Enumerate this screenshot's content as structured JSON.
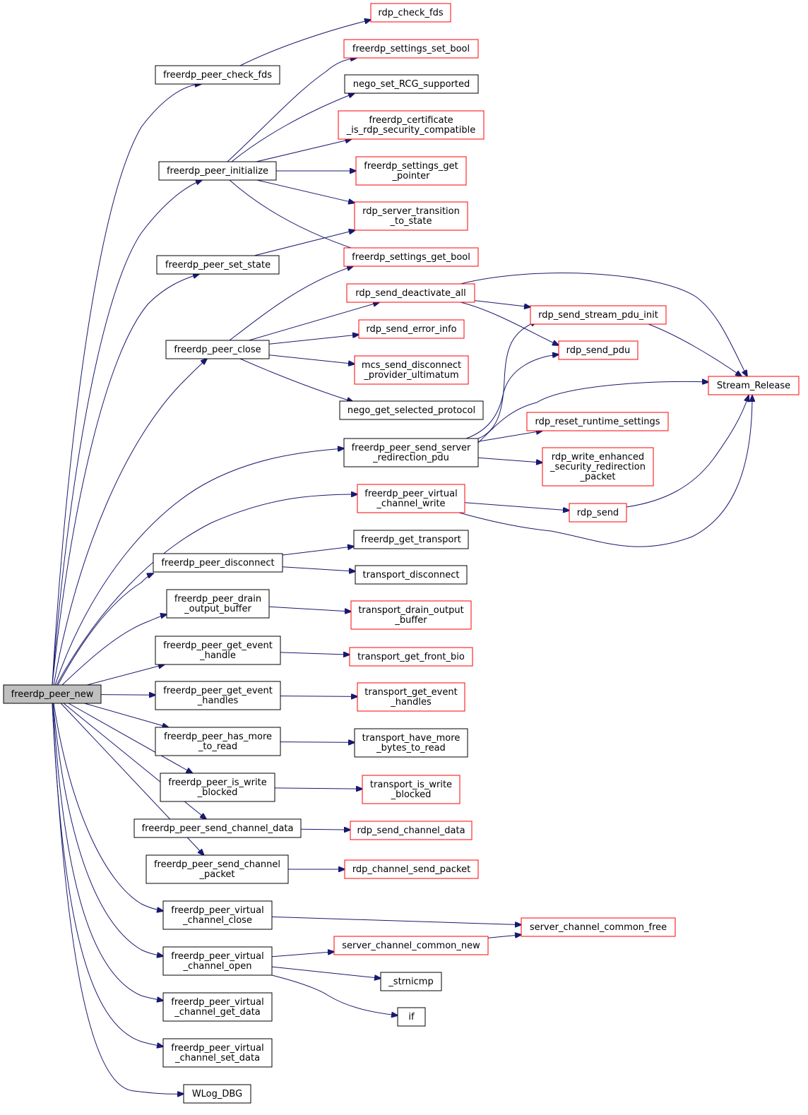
{
  "colors": {
    "edge": "#191970",
    "plain_border": "#000000",
    "linked_border": "#ff0000",
    "root_fill": "#bfbfbf",
    "background": "#ffffff"
  },
  "nodes": [
    {
      "id": "freerdp_peer_new",
      "lines": [
        "freerdp_peer_new"
      ],
      "style": "root"
    },
    {
      "id": "freerdp_peer_check_fds",
      "lines": [
        "freerdp_peer_check_fds"
      ],
      "style": "black"
    },
    {
      "id": "freerdp_peer_initialize",
      "lines": [
        "freerdp_peer_initialize"
      ],
      "style": "black"
    },
    {
      "id": "freerdp_peer_set_state",
      "lines": [
        "freerdp_peer_set_state"
      ],
      "style": "black"
    },
    {
      "id": "freerdp_peer_close",
      "lines": [
        "freerdp_peer_close"
      ],
      "style": "black"
    },
    {
      "id": "freerdp_peer_send_server_redirection_pdu",
      "lines": [
        "freerdp_peer_send_server",
        "_redirection_pdu"
      ],
      "style": "black"
    },
    {
      "id": "freerdp_peer_virtual_channel_write",
      "lines": [
        "freerdp_peer_virtual",
        "_channel_write"
      ],
      "style": "red"
    },
    {
      "id": "freerdp_peer_disconnect",
      "lines": [
        "freerdp_peer_disconnect"
      ],
      "style": "black"
    },
    {
      "id": "freerdp_peer_drain_output_buffer",
      "lines": [
        "freerdp_peer_drain",
        "_output_buffer"
      ],
      "style": "black"
    },
    {
      "id": "freerdp_peer_get_event_handle",
      "lines": [
        "freerdp_peer_get_event",
        "_handle"
      ],
      "style": "black"
    },
    {
      "id": "freerdp_peer_get_event_handles",
      "lines": [
        "freerdp_peer_get_event",
        "_handles"
      ],
      "style": "black"
    },
    {
      "id": "freerdp_peer_has_more_to_read",
      "lines": [
        "freerdp_peer_has_more",
        "_to_read"
      ],
      "style": "black"
    },
    {
      "id": "freerdp_peer_is_write_blocked",
      "lines": [
        "freerdp_peer_is_write",
        "_blocked"
      ],
      "style": "black"
    },
    {
      "id": "freerdp_peer_send_channel_data",
      "lines": [
        "freerdp_peer_send_channel_data"
      ],
      "style": "black"
    },
    {
      "id": "freerdp_peer_send_channel_packet",
      "lines": [
        "freerdp_peer_send_channel",
        "_packet"
      ],
      "style": "black"
    },
    {
      "id": "freerdp_peer_virtual_channel_close",
      "lines": [
        "freerdp_peer_virtual",
        "_channel_close"
      ],
      "style": "black"
    },
    {
      "id": "freerdp_peer_virtual_channel_open",
      "lines": [
        "freerdp_peer_virtual",
        "_channel_open"
      ],
      "style": "black"
    },
    {
      "id": "freerdp_peer_virtual_channel_get_data",
      "lines": [
        "freerdp_peer_virtual",
        "_channel_get_data"
      ],
      "style": "black"
    },
    {
      "id": "freerdp_peer_virtual_channel_set_data",
      "lines": [
        "freerdp_peer_virtual",
        "_channel_set_data"
      ],
      "style": "black"
    },
    {
      "id": "WLog_DBG",
      "lines": [
        "WLog_DBG"
      ],
      "style": "black"
    },
    {
      "id": "rdp_check_fds",
      "lines": [
        "rdp_check_fds"
      ],
      "style": "red"
    },
    {
      "id": "freerdp_settings_set_bool",
      "lines": [
        "freerdp_settings_set_bool"
      ],
      "style": "red"
    },
    {
      "id": "nego_set_RCG_supported",
      "lines": [
        "nego_set_RCG_supported"
      ],
      "style": "black"
    },
    {
      "id": "freerdp_certificate_is_rdp_security_compatible",
      "lines": [
        "freerdp_certificate",
        "_is_rdp_security_compatible"
      ],
      "style": "red"
    },
    {
      "id": "freerdp_settings_get_pointer",
      "lines": [
        "freerdp_settings_get",
        "_pointer"
      ],
      "style": "red"
    },
    {
      "id": "rdp_server_transition_to_state",
      "lines": [
        "rdp_server_transition",
        "_to_state"
      ],
      "style": "red"
    },
    {
      "id": "freerdp_settings_get_bool",
      "lines": [
        "freerdp_settings_get_bool"
      ],
      "style": "red"
    },
    {
      "id": "rdp_send_deactivate_all",
      "lines": [
        "rdp_send_deactivate_all"
      ],
      "style": "red"
    },
    {
      "id": "rdp_send_error_info",
      "lines": [
        "rdp_send_error_info"
      ],
      "style": "red"
    },
    {
      "id": "mcs_send_disconnect_provider_ultimatum",
      "lines": [
        "mcs_send_disconnect",
        "_provider_ultimatum"
      ],
      "style": "red"
    },
    {
      "id": "nego_get_selected_protocol",
      "lines": [
        "nego_get_selected_protocol"
      ],
      "style": "black"
    },
    {
      "id": "rdp_send_stream_pdu_init",
      "lines": [
        "rdp_send_stream_pdu_init"
      ],
      "style": "red"
    },
    {
      "id": "rdp_send_pdu",
      "lines": [
        "rdp_send_pdu"
      ],
      "style": "red"
    },
    {
      "id": "Stream_Release",
      "lines": [
        "Stream_Release"
      ],
      "style": "red"
    },
    {
      "id": "rdp_reset_runtime_settings",
      "lines": [
        "rdp_reset_runtime_settings"
      ],
      "style": "red"
    },
    {
      "id": "rdp_write_enhanced_security_redirection_packet",
      "lines": [
        "rdp_write_enhanced",
        "_security_redirection",
        "_packet"
      ],
      "style": "red"
    },
    {
      "id": "rdp_send",
      "lines": [
        "rdp_send"
      ],
      "style": "red"
    },
    {
      "id": "freerdp_get_transport",
      "lines": [
        "freerdp_get_transport"
      ],
      "style": "black"
    },
    {
      "id": "transport_disconnect",
      "lines": [
        "transport_disconnect"
      ],
      "style": "black"
    },
    {
      "id": "transport_drain_output_buffer",
      "lines": [
        "transport_drain_output",
        "_buffer"
      ],
      "style": "red"
    },
    {
      "id": "transport_get_front_bio",
      "lines": [
        "transport_get_front_bio"
      ],
      "style": "red"
    },
    {
      "id": "transport_get_event_handles",
      "lines": [
        "transport_get_event",
        "_handles"
      ],
      "style": "red"
    },
    {
      "id": "transport_have_more_bytes_to_read",
      "lines": [
        "transport_have_more",
        "_bytes_to_read"
      ],
      "style": "black"
    },
    {
      "id": "transport_is_write_blocked",
      "lines": [
        "transport_is_write",
        "_blocked"
      ],
      "style": "red"
    },
    {
      "id": "rdp_send_channel_data",
      "lines": [
        "rdp_send_channel_data"
      ],
      "style": "red"
    },
    {
      "id": "rdp_channel_send_packet",
      "lines": [
        "rdp_channel_send_packet"
      ],
      "style": "red"
    },
    {
      "id": "server_channel_common_free",
      "lines": [
        "server_channel_common_free"
      ],
      "style": "red"
    },
    {
      "id": "server_channel_common_new",
      "lines": [
        "server_channel_common_new"
      ],
      "style": "red"
    },
    {
      "id": "_strnicmp",
      "lines": [
        "_strnicmp"
      ],
      "style": "black"
    },
    {
      "id": "if",
      "lines": [
        "if"
      ],
      "style": "black"
    }
  ],
  "edges": [
    [
      "freerdp_peer_new",
      "freerdp_peer_check_fds"
    ],
    [
      "freerdp_peer_new",
      "freerdp_peer_initialize"
    ],
    [
      "freerdp_peer_new",
      "freerdp_peer_set_state"
    ],
    [
      "freerdp_peer_new",
      "freerdp_peer_close"
    ],
    [
      "freerdp_peer_new",
      "freerdp_peer_send_server_redirection_pdu"
    ],
    [
      "freerdp_peer_new",
      "freerdp_peer_virtual_channel_write"
    ],
    [
      "freerdp_peer_new",
      "freerdp_peer_disconnect"
    ],
    [
      "freerdp_peer_new",
      "freerdp_peer_drain_output_buffer"
    ],
    [
      "freerdp_peer_new",
      "freerdp_peer_get_event_handle"
    ],
    [
      "freerdp_peer_new",
      "freerdp_peer_get_event_handles"
    ],
    [
      "freerdp_peer_new",
      "freerdp_peer_has_more_to_read"
    ],
    [
      "freerdp_peer_new",
      "freerdp_peer_is_write_blocked"
    ],
    [
      "freerdp_peer_new",
      "freerdp_peer_send_channel_data"
    ],
    [
      "freerdp_peer_new",
      "freerdp_peer_send_channel_packet"
    ],
    [
      "freerdp_peer_new",
      "freerdp_peer_virtual_channel_close"
    ],
    [
      "freerdp_peer_new",
      "freerdp_peer_virtual_channel_open"
    ],
    [
      "freerdp_peer_new",
      "freerdp_peer_virtual_channel_get_data"
    ],
    [
      "freerdp_peer_new",
      "freerdp_peer_virtual_channel_set_data"
    ],
    [
      "freerdp_peer_new",
      "WLog_DBG"
    ],
    [
      "freerdp_peer_check_fds",
      "rdp_check_fds"
    ],
    [
      "freerdp_peer_initialize",
      "freerdp_settings_set_bool"
    ],
    [
      "freerdp_peer_initialize",
      "nego_set_RCG_supported"
    ],
    [
      "freerdp_peer_initialize",
      "freerdp_certificate_is_rdp_security_compatible"
    ],
    [
      "freerdp_peer_initialize",
      "freerdp_settings_get_pointer"
    ],
    [
      "freerdp_peer_initialize",
      "rdp_server_transition_to_state"
    ],
    [
      "freerdp_peer_initialize",
      "freerdp_settings_get_bool"
    ],
    [
      "freerdp_peer_set_state",
      "rdp_server_transition_to_state"
    ],
    [
      "freerdp_peer_close",
      "freerdp_settings_get_bool"
    ],
    [
      "freerdp_peer_close",
      "rdp_send_deactivate_all"
    ],
    [
      "freerdp_peer_close",
      "rdp_send_error_info"
    ],
    [
      "freerdp_peer_close",
      "mcs_send_disconnect_provider_ultimatum"
    ],
    [
      "freerdp_peer_close",
      "nego_get_selected_protocol"
    ],
    [
      "rdp_send_deactivate_all",
      "rdp_send_stream_pdu_init"
    ],
    [
      "rdp_send_deactivate_all",
      "rdp_send_pdu"
    ],
    [
      "rdp_send_deactivate_all",
      "Stream_Release"
    ],
    [
      "rdp_send_stream_pdu_init",
      "Stream_Release"
    ],
    [
      "freerdp_peer_send_server_redirection_pdu",
      "rdp_send_stream_pdu_init"
    ],
    [
      "freerdp_peer_send_server_redirection_pdu",
      "rdp_send_pdu"
    ],
    [
      "freerdp_peer_send_server_redirection_pdu",
      "Stream_Release"
    ],
    [
      "freerdp_peer_send_server_redirection_pdu",
      "rdp_reset_runtime_settings"
    ],
    [
      "freerdp_peer_send_server_redirection_pdu",
      "rdp_write_enhanced_security_redirection_packet"
    ],
    [
      "freerdp_peer_virtual_channel_write",
      "rdp_send"
    ],
    [
      "freerdp_peer_virtual_channel_write",
      "Stream_Release"
    ],
    [
      "rdp_send",
      "Stream_Release"
    ],
    [
      "freerdp_peer_disconnect",
      "freerdp_get_transport"
    ],
    [
      "freerdp_peer_disconnect",
      "transport_disconnect"
    ],
    [
      "freerdp_peer_drain_output_buffer",
      "transport_drain_output_buffer"
    ],
    [
      "freerdp_peer_get_event_handle",
      "transport_get_front_bio"
    ],
    [
      "freerdp_peer_get_event_handles",
      "transport_get_event_handles"
    ],
    [
      "freerdp_peer_has_more_to_read",
      "transport_have_more_bytes_to_read"
    ],
    [
      "freerdp_peer_is_write_blocked",
      "transport_is_write_blocked"
    ],
    [
      "freerdp_peer_send_channel_data",
      "rdp_send_channel_data"
    ],
    [
      "freerdp_peer_send_channel_packet",
      "rdp_channel_send_packet"
    ],
    [
      "freerdp_peer_virtual_channel_close",
      "server_channel_common_free"
    ],
    [
      "freerdp_peer_virtual_channel_open",
      "server_channel_common_new"
    ],
    [
      "freerdp_peer_virtual_channel_open",
      "_strnicmp"
    ],
    [
      "freerdp_peer_virtual_channel_open",
      "if"
    ],
    [
      "server_channel_common_new",
      "server_channel_common_free"
    ]
  ]
}
